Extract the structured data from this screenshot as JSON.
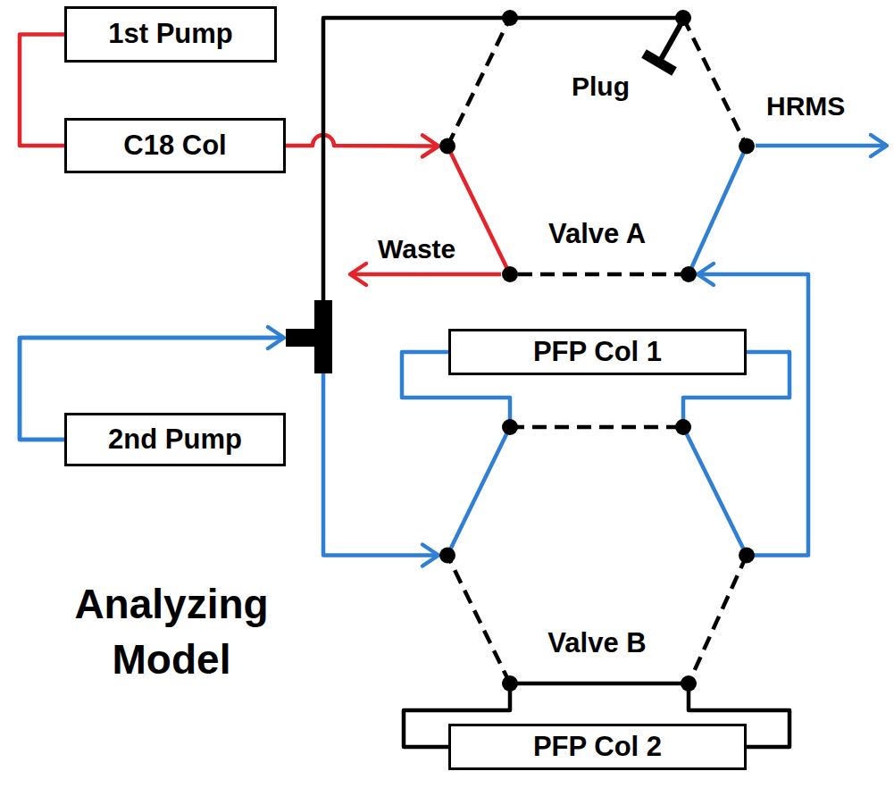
{
  "diagram": {
    "nodes": [
      {
        "text": [
          "1st Pump"
        ]
      },
      {
        "text": [
          "C18 Col"
        ]
      },
      {
        "text": [
          "Valve A"
        ]
      },
      {
        "text": [
          "PFP Col 1"
        ]
      },
      {
        "text": [
          "2nd Pump"
        ]
      },
      {
        "text": [
          "Valve B"
        ]
      },
      {
        "text": [
          "PFP Col 2"
        ]
      }
    ],
    "edges": [
      {
        "from": 0,
        "to": 1,
        "arrow": "none"
      },
      {
        "from": 1,
        "to": 2,
        "arrow": "to"
      },
      {
        "from": 4,
        "to": 2,
        "arrow": "none"
      },
      {
        "from": 4,
        "to": 5,
        "arrow": "to"
      },
      {
        "from": 5,
        "to": 2,
        "arrow": "to"
      },
      {
        "from": 3,
        "to": 5,
        "arrow": "none"
      },
      {
        "from": 3,
        "to": 5,
        "arrow": "none"
      },
      {
        "from": 6,
        "to": 5,
        "arrow": "none"
      },
      {
        "from": 6,
        "to": 5,
        "arrow": "none"
      }
    ],
    "labels": [
      "Plug",
      "HRMS",
      "Waste",
      "Analyzing Model"
    ]
  }
}
